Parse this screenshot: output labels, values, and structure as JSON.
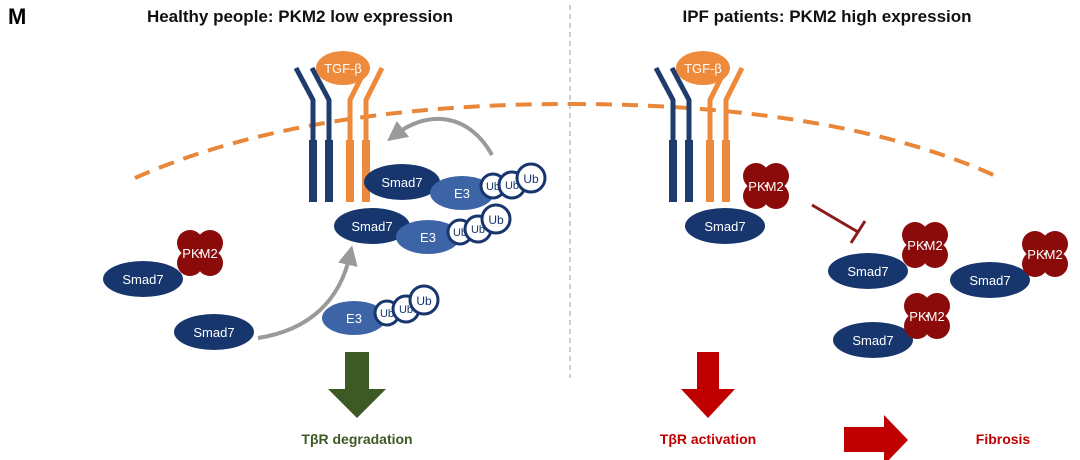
{
  "panel_label": "M",
  "left_panel": {
    "title": "Healthy people: PKM2 low expression",
    "ligand": "TGF-β",
    "smad7": "Smad7",
    "pkm2": "PKM2",
    "e3": "E3",
    "ub": "Ub",
    "outcome": "TβR degradation"
  },
  "right_panel": {
    "title": "IPF patients: PKM2 high expression",
    "ligand": "TGF-β",
    "smad7": "Smad7",
    "pkm2": "PKM2",
    "outcome": "TβR activation",
    "final_outcome": "Fibrosis"
  },
  "colors": {
    "membrane": "#E8863A",
    "receptor_dark": "#1F3C6E",
    "receptor_orange": "#EE8A3C",
    "smad7": "#17366E",
    "e3": "#3D64A6",
    "pkm2": "#8B0A0A",
    "tgf": "#EE8A3C",
    "arrow_gray": "#9A9A9A",
    "degradation_arrow": "#3E5A24",
    "activation_arrow": "#C00000",
    "inhibit": "#8B1A1A",
    "divider": "#B0B0B0"
  }
}
